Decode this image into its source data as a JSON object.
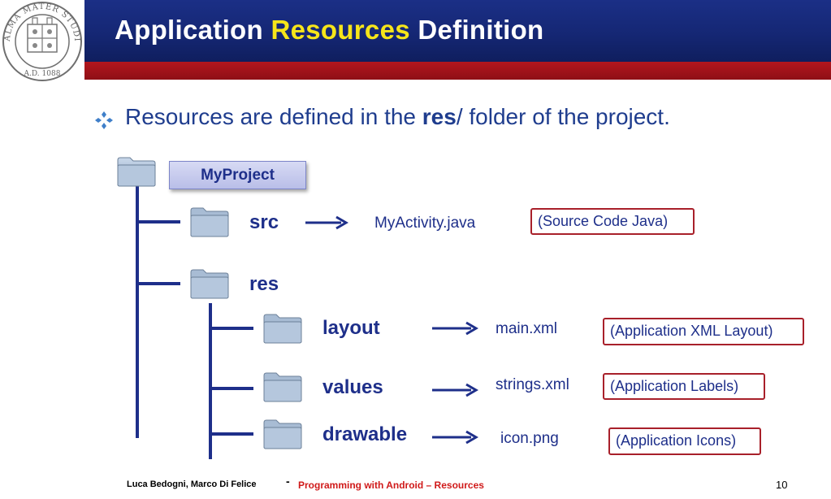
{
  "header": {
    "title_part1": "Application ",
    "title_highlight": "Resources",
    "title_part2": " Definition",
    "seal_label": "ALMA MATER STUDIORUM · A.D. 1088"
  },
  "bullet": {
    "text_before": "Resources are defined in the ",
    "text_bold": "res",
    "text_after": "/ folder of the project."
  },
  "tree": {
    "root": "MyProject",
    "src": {
      "label": "src",
      "file": "MyActivity.java",
      "desc": "(Source Code Java)"
    },
    "res": {
      "label": "res"
    },
    "layout": {
      "label": "layout",
      "file": "main.xml",
      "desc": "(Application XML Layout)"
    },
    "values": {
      "label": "values",
      "file": "strings.xml",
      "desc": "(Application Labels)"
    },
    "drawable": {
      "label": "drawable",
      "file": "icon.png",
      "desc": "(Application Icons)"
    }
  },
  "footer": {
    "authors": "Luca Bedogni, Marco Di Felice",
    "dash": "-",
    "course": "Programming with Android – Resources",
    "page": "10"
  },
  "colors": {
    "header_blue": "#152774",
    "header_red": "#a3131b",
    "highlight_yellow": "#f6e51a",
    "tree_blue": "#1e2f8a",
    "desc_border_red": "#a8202a"
  }
}
